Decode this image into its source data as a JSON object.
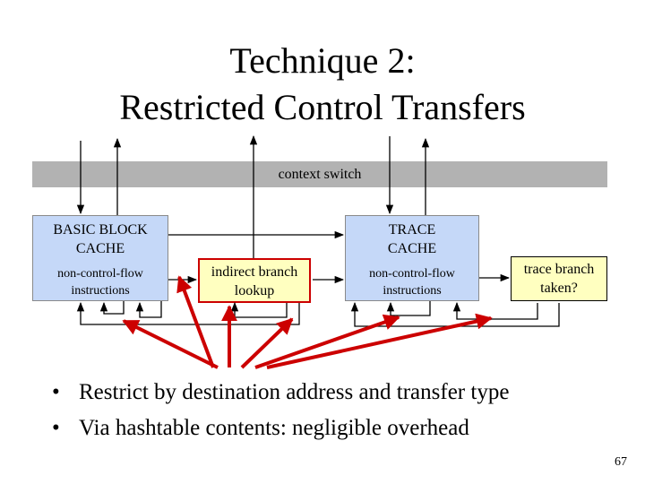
{
  "slide": {
    "title_lines": [
      "Technique 2:",
      "Restricted Control Transfers"
    ],
    "page_number": "67"
  },
  "diagram": {
    "context_switch": "context switch",
    "basic_block_cache": {
      "title_lines": [
        "BASIC BLOCK",
        "CACHE"
      ],
      "sub_lines": [
        "non-control-flow",
        "instructions"
      ]
    },
    "indirect_branch_lookup": {
      "lines": [
        "indirect branch",
        "lookup"
      ]
    },
    "trace_cache": {
      "title_lines": [
        "TRACE",
        "CACHE"
      ],
      "sub_lines": [
        "non-control-flow",
        "instructions"
      ]
    },
    "trace_branch_taken": {
      "lines": [
        "trace branch",
        "taken?"
      ]
    },
    "colors": {
      "box_fill": "#c5d8f8",
      "decision_fill": "#ffffc0",
      "highlight": "#cc0000",
      "bar": "#b2b2b2"
    }
  },
  "bullets": [
    {
      "marker": "•",
      "text": "Restrict by destination address and transfer type"
    },
    {
      "marker": "•",
      "text": "Via hashtable contents: negligible overhead"
    }
  ]
}
